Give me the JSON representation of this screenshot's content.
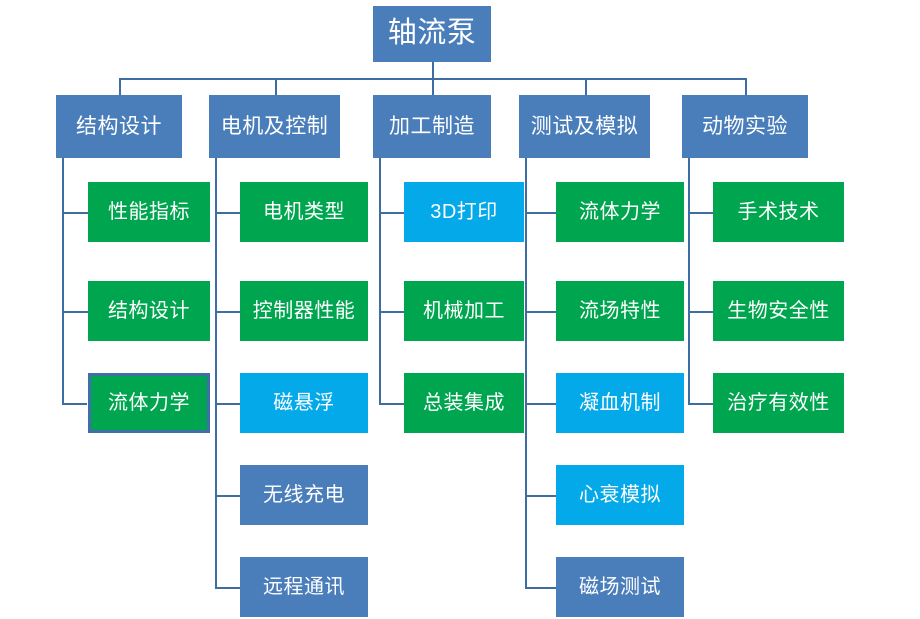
{
  "diagram": {
    "type": "tree-org-chart",
    "title": "轴流泵",
    "colors": {
      "root": "#4A7EBB",
      "branch": "#4A7EBB",
      "green": "#00A64F",
      "cyan": "#03A9E8",
      "blue": "#4A7EBB",
      "connector": "#3E6DA3",
      "selection_border": "#3E6FA8",
      "background": "#FFFFFF",
      "text": "#FFFFFF"
    },
    "root": {
      "label": "轴流泵"
    },
    "branches": [
      {
        "label": "结构设计",
        "children": [
          {
            "label": "性能指标",
            "color": "green",
            "selected": false
          },
          {
            "label": "结构设计",
            "color": "green",
            "selected": false
          },
          {
            "label": "流体力学",
            "color": "green",
            "selected": true
          }
        ]
      },
      {
        "label": "电机及控制",
        "children": [
          {
            "label": "电机类型",
            "color": "green",
            "selected": false
          },
          {
            "label": "控制器性能",
            "color": "green",
            "selected": false
          },
          {
            "label": "磁悬浮",
            "color": "cyan",
            "selected": false
          },
          {
            "label": "无线充电",
            "color": "blue",
            "selected": false
          },
          {
            "label": "远程通讯",
            "color": "blue",
            "selected": false
          }
        ]
      },
      {
        "label": "加工制造",
        "children": [
          {
            "label": "3D打印",
            "color": "cyan",
            "selected": false
          },
          {
            "label": "机械加工",
            "color": "green",
            "selected": false
          },
          {
            "label": "总装集成",
            "color": "green",
            "selected": false
          }
        ]
      },
      {
        "label": "测试及模拟",
        "children": [
          {
            "label": "流体力学",
            "color": "green",
            "selected": false
          },
          {
            "label": "流场特性",
            "color": "green",
            "selected": false
          },
          {
            "label": "凝血机制",
            "color": "cyan",
            "selected": false
          },
          {
            "label": "心衰模拟",
            "color": "cyan",
            "selected": false
          },
          {
            "label": "磁场测试",
            "color": "blue",
            "selected": false
          }
        ]
      },
      {
        "label": "动物实验",
        "children": [
          {
            "label": "手术技术",
            "color": "green",
            "selected": false
          },
          {
            "label": "生物安全性",
            "color": "green",
            "selected": false
          },
          {
            "label": "治疗有效性",
            "color": "green",
            "selected": false
          }
        ]
      }
    ]
  }
}
